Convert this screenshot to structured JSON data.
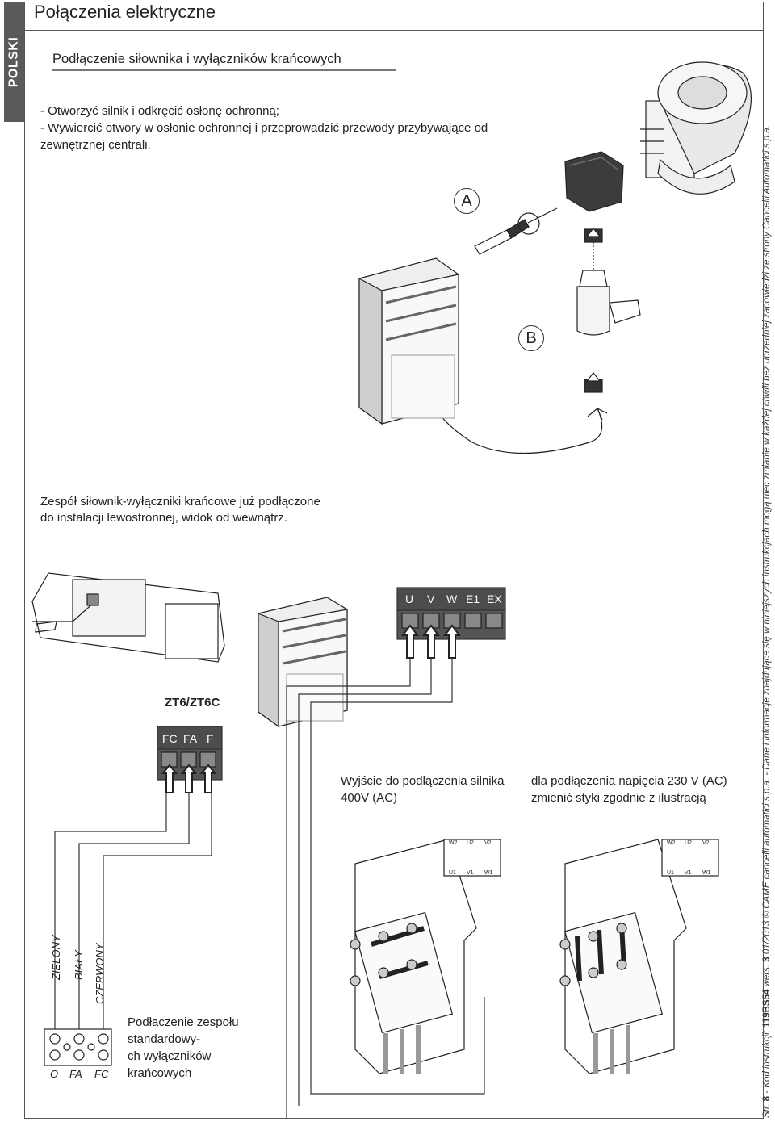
{
  "header": {
    "side_tab": "POLSKI",
    "title": "Połączenia elektryczne",
    "subtitle": "Podłączenie siłownika i wyłączników krańcowych"
  },
  "instructions": [
    "- Otworzyć silnik i odkręcić osłonę ochronną;",
    "- Wywiercić otwory w osłonie ochronnej i przeprowadzić przewody przybywające od",
    "zewnętrznej centrali."
  ],
  "callouts": {
    "a": "A",
    "b": "B"
  },
  "caption_assembly": {
    "line1": "Zespół siłownik-wyłączniki krańcowe już podłączone",
    "line2": "do instalacji lewostronnej, widok od wewnątrz."
  },
  "limit_switch_block": {
    "model": "ZT6/ZT6C",
    "terminals": [
      "FC",
      "FA",
      "F"
    ]
  },
  "motor_block": {
    "terminals": [
      "U",
      "V",
      "W",
      "E1",
      "EX"
    ]
  },
  "caption_output": "Wyjście do podłączenia silnika 400V (AC)",
  "caption_230": "dla podłączenia napięcia 230 V (AC) zmienić styki zgodnie z ilustracją",
  "wires": [
    "ZIELONY",
    "BIAŁY",
    "CZERWONY"
  ],
  "switch_terminals": [
    "O",
    "FA",
    "FC"
  ],
  "caption_standard": [
    "Podłączenie zespołu",
    "standardowy-",
    "ch wyłączników",
    "krańcowych"
  ],
  "plate_labels": {
    "top": [
      "W2",
      "U2",
      "V2"
    ],
    "bottom": [
      "U1",
      "V1",
      "W1"
    ]
  },
  "footer": {
    "page_prefix": "Str.",
    "page_num": "8",
    "code_text": " - Kod instrukcji: ",
    "code": "119BS54",
    "version_text": " wers. ",
    "version": "3",
    "rest": " 01/2013  © CAME cancelli automatici s.p.a. - Dane i informacje znajdujące się w niniejszych instrukcjach mogą ulec zmianie w każdej chwili bez uprzedniej zapowiedzi ze strony Cancelli Automatici s.p.a."
  }
}
